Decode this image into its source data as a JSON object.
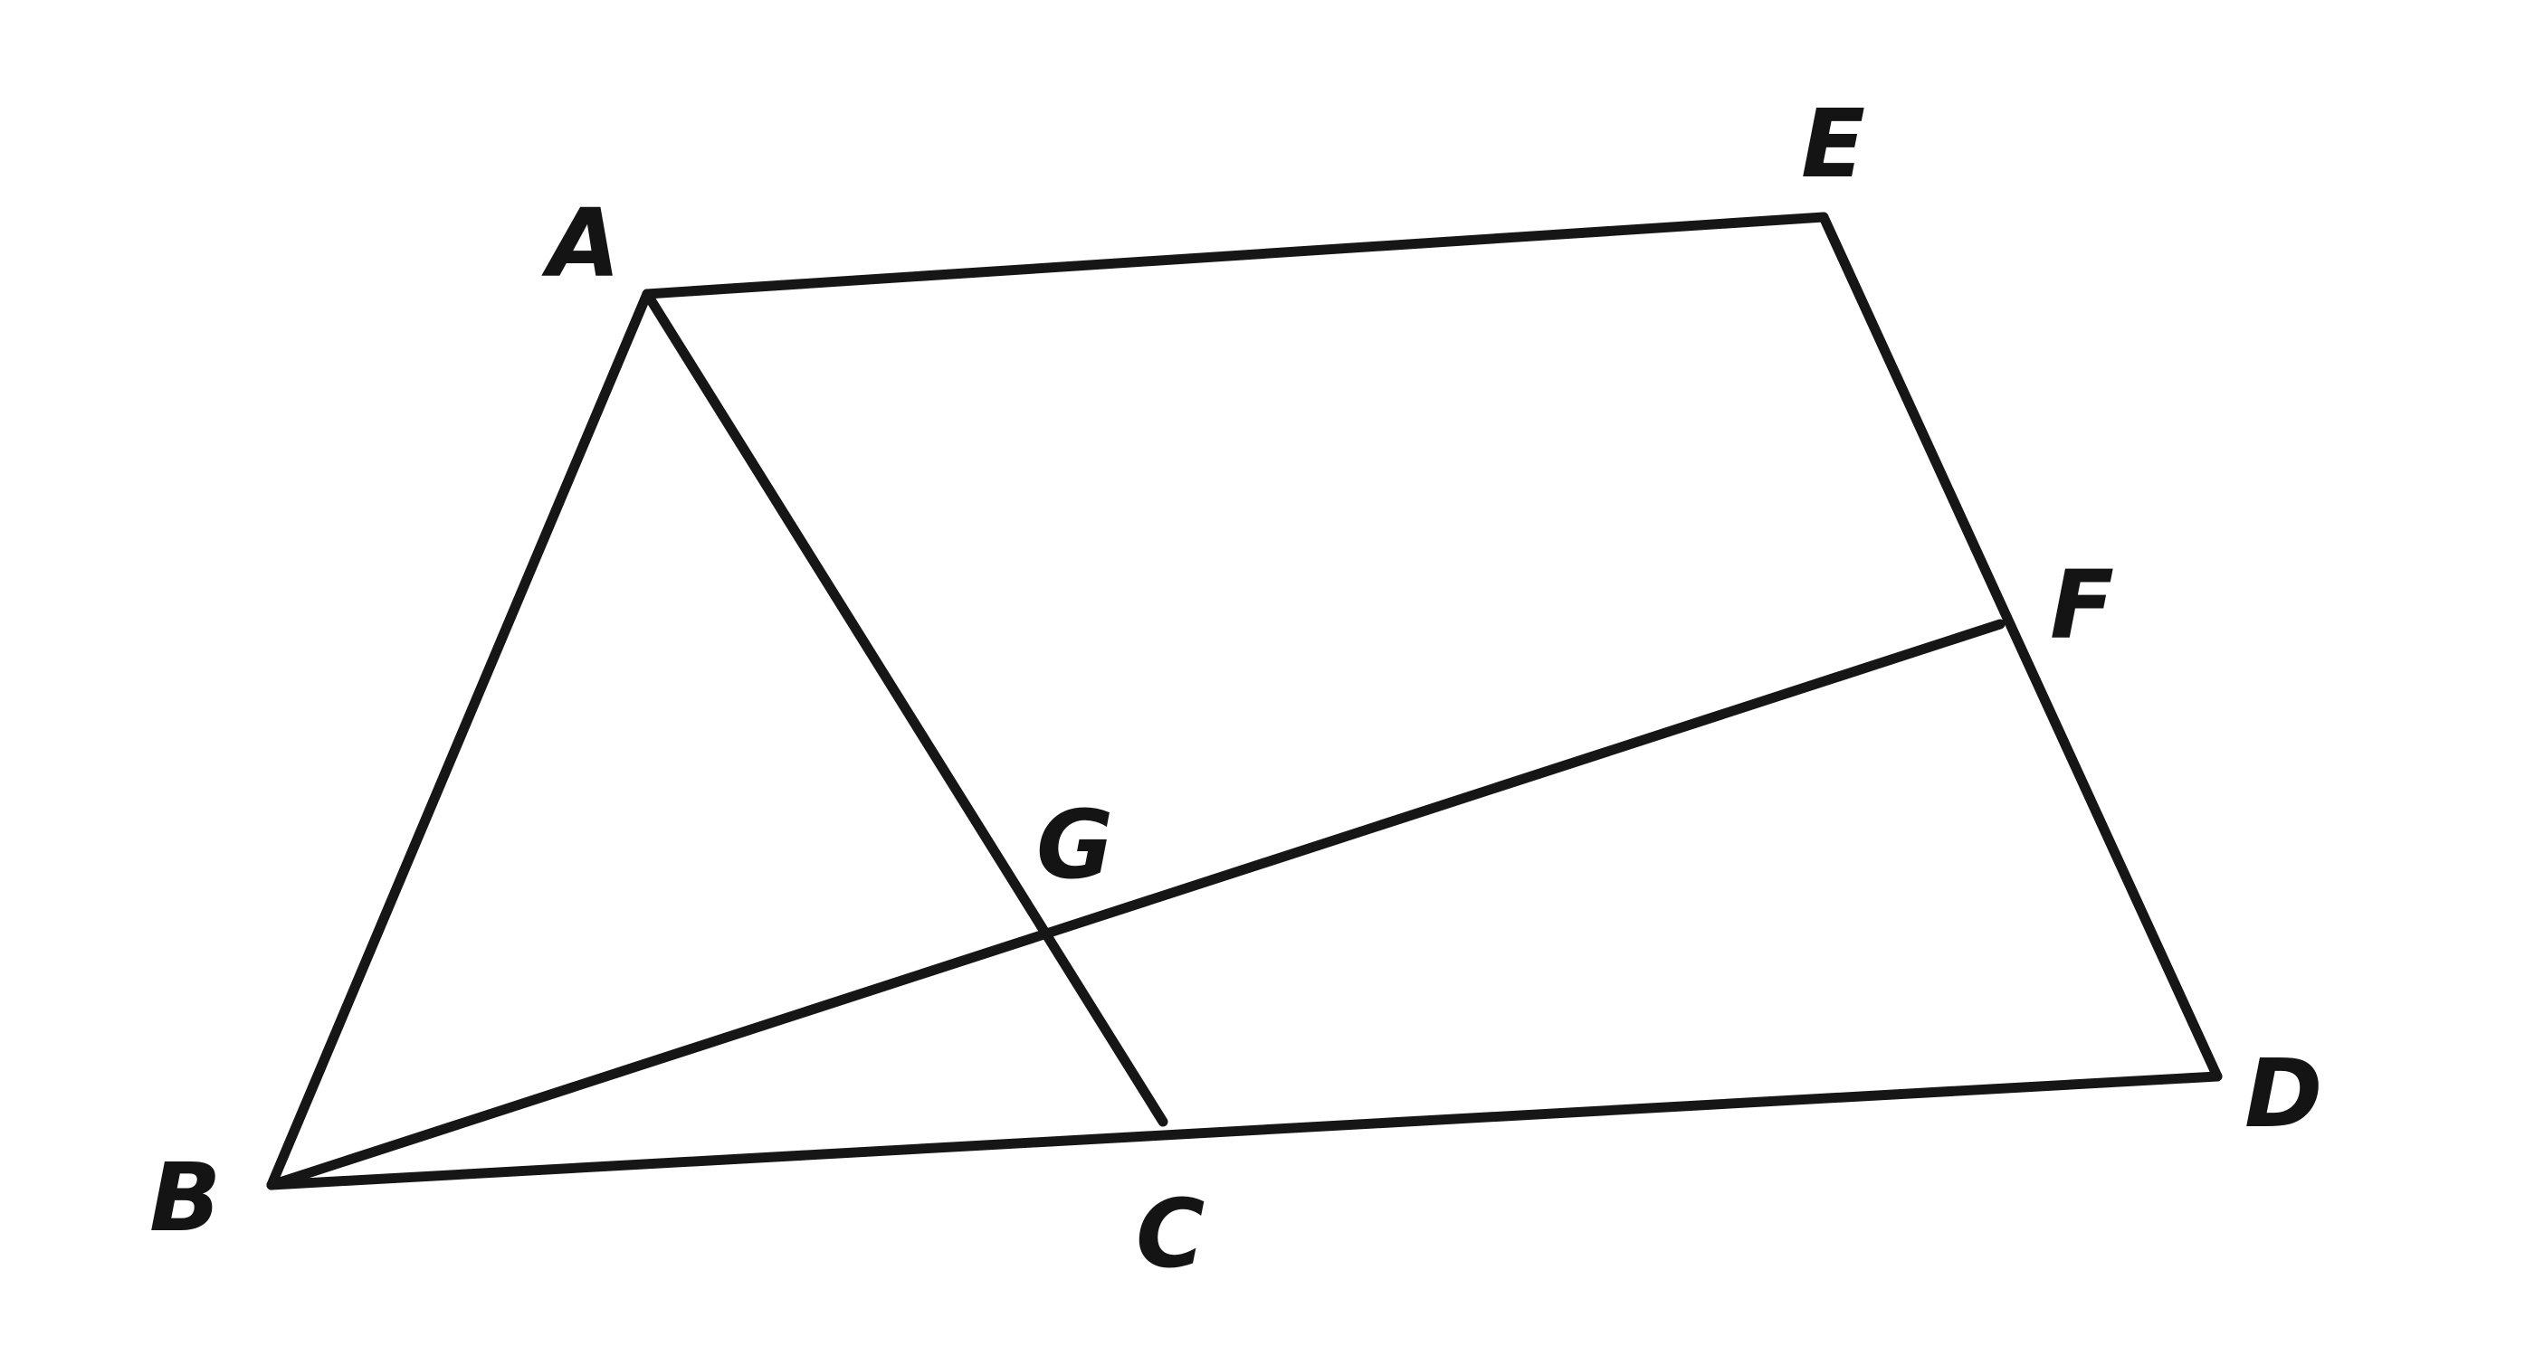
{
  "diagram": {
    "points": {
      "A": "A",
      "B": "B",
      "C": "C",
      "D": "D",
      "E": "E",
      "F": "F",
      "G": "G"
    },
    "segments": [
      "AE",
      "ED",
      "BD",
      "AB",
      "AC",
      "BF"
    ],
    "stroke_color": "#161616",
    "background_color": "#ffffff"
  }
}
